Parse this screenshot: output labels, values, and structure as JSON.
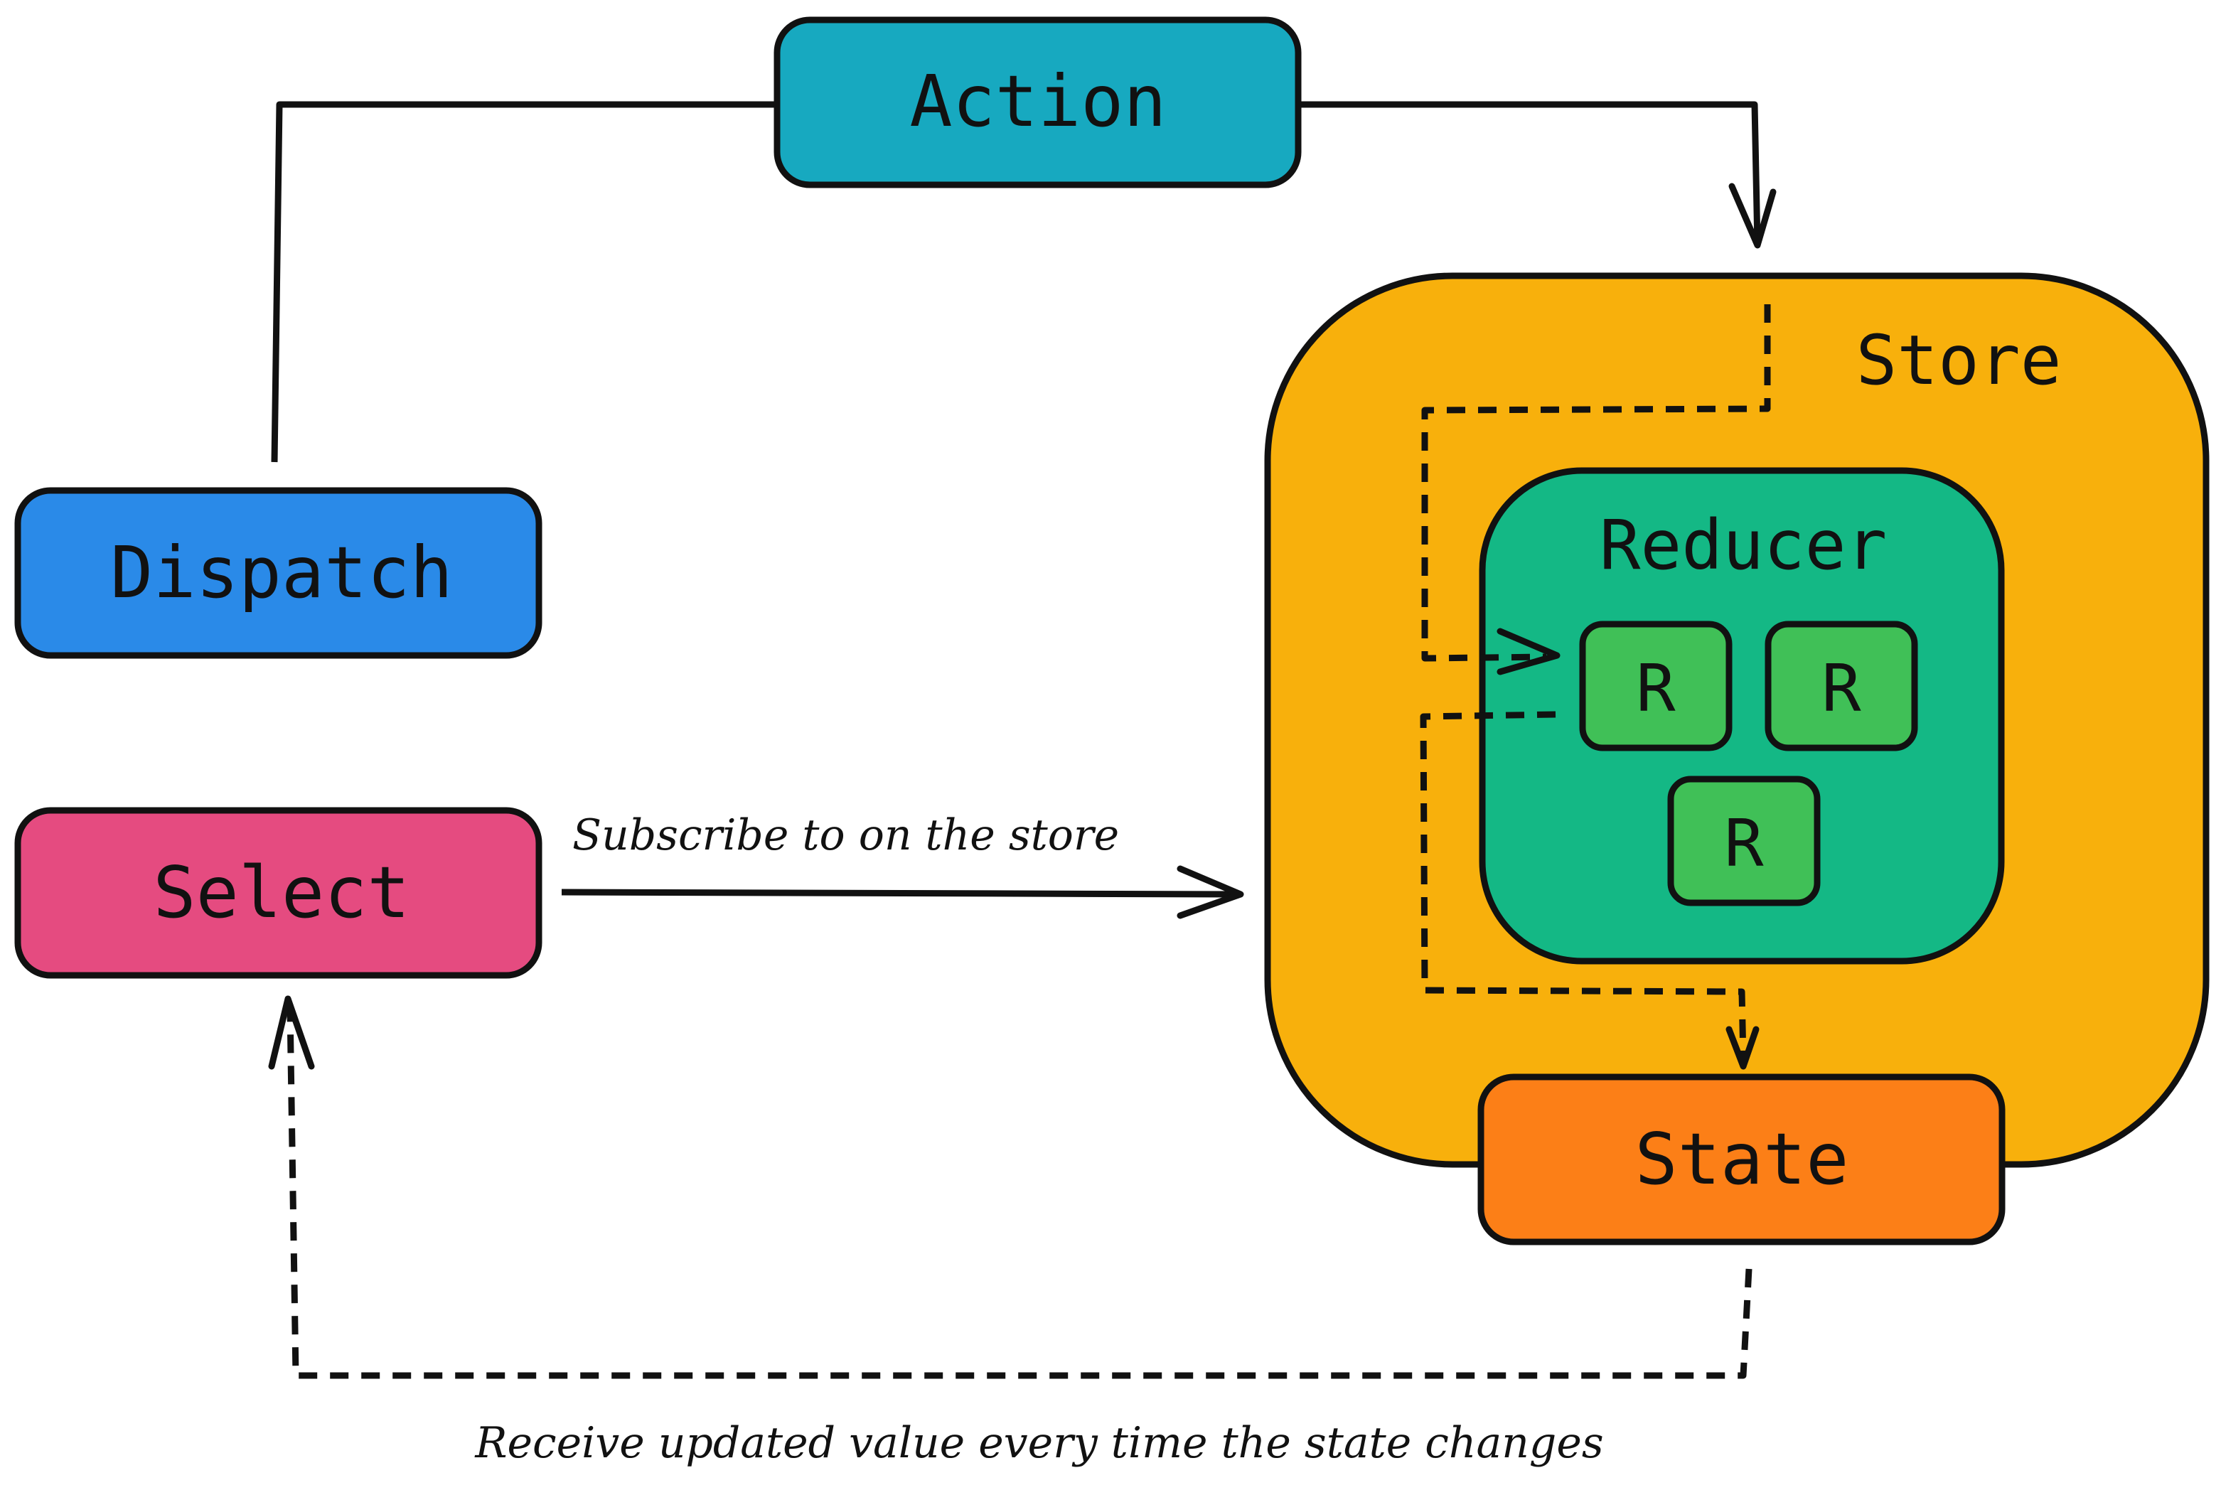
{
  "nodes": {
    "action": {
      "label": "Action",
      "color": "#17A9C0"
    },
    "dispatch": {
      "label": "Dispatch",
      "color": "#2A8AE8"
    },
    "select": {
      "label": "Select",
      "color": "#E54B80"
    },
    "store": {
      "label": "Store",
      "color": "#F8B00C"
    },
    "reducer": {
      "label": "Reducer",
      "color": "#14B885"
    },
    "reducer_items": [
      {
        "label": "R",
        "color": "#40C057"
      },
      {
        "label": "R",
        "color": "#40C057"
      },
      {
        "label": "R",
        "color": "#40C057"
      }
    ],
    "state": {
      "label": "State",
      "color": "#FC7F17"
    }
  },
  "edges": {
    "subscribe_label": "Subscribe to on the store",
    "receive_label": "Receive updated value every time the state changes"
  },
  "colors": {
    "stroke": "#111111",
    "background": "#FFFFFF"
  }
}
